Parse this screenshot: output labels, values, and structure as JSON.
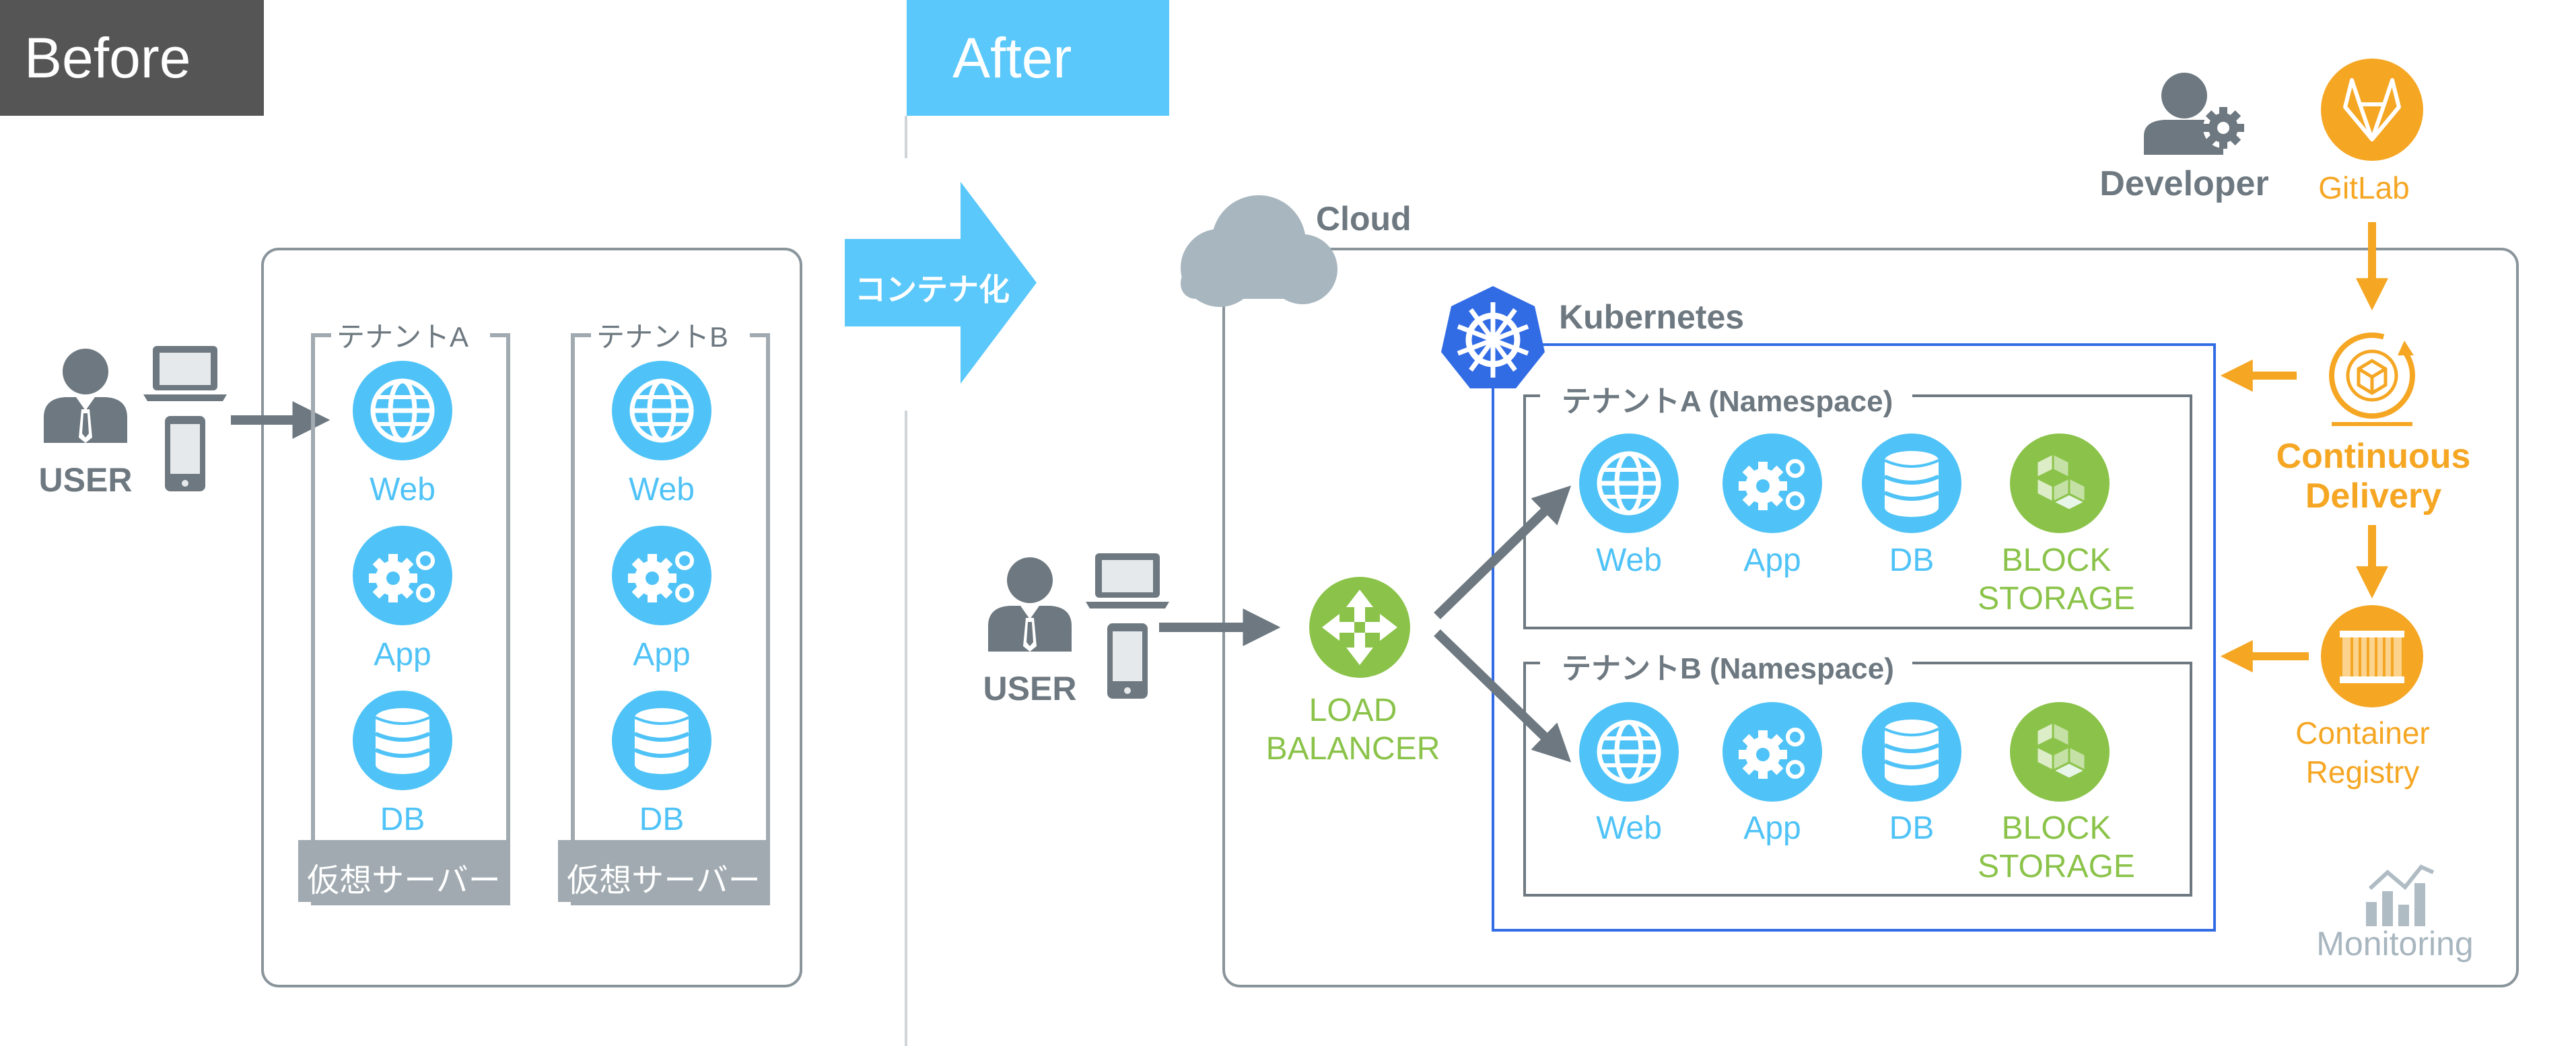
{
  "headers": {
    "before": "Before",
    "after": "After"
  },
  "transition": {
    "label": "コンテナ化"
  },
  "before": {
    "user_label": "USER",
    "tenants": [
      {
        "title": "テナントA",
        "items": [
          {
            "icon": "globe-icon",
            "label": "Web"
          },
          {
            "icon": "gears-icon",
            "label": "App"
          },
          {
            "icon": "database-icon",
            "label": "DB"
          }
        ],
        "footer": "仮想サーバー"
      },
      {
        "title": "テナントB",
        "items": [
          {
            "icon": "globe-icon",
            "label": "Web"
          },
          {
            "icon": "gears-icon",
            "label": "App"
          },
          {
            "icon": "database-icon",
            "label": "DB"
          }
        ],
        "footer": "仮想サーバー"
      }
    ]
  },
  "after": {
    "cloud_label": "Cloud",
    "kubernetes_label": "Kubernetes",
    "user_label": "USER",
    "load_balancer": {
      "line1": "LOAD",
      "line2": "BALANCER"
    },
    "namespaces": [
      {
        "title": "テナントA (Namespace)",
        "items": [
          {
            "icon": "globe-icon",
            "label": "Web"
          },
          {
            "icon": "gears-icon",
            "label": "App"
          },
          {
            "icon": "database-icon",
            "label": "DB"
          },
          {
            "icon": "block-storage-icon",
            "label1": "BLOCK",
            "label2": "STORAGE"
          }
        ]
      },
      {
        "title": "テナントB (Namespace)",
        "items": [
          {
            "icon": "globe-icon",
            "label": "Web"
          },
          {
            "icon": "gears-icon",
            "label": "App"
          },
          {
            "icon": "database-icon",
            "label": "DB"
          },
          {
            "icon": "block-storage-icon",
            "label1": "BLOCK",
            "label2": "STORAGE"
          }
        ]
      }
    ],
    "developer_label": "Developer",
    "gitlab_label": "GitLab",
    "cd": {
      "line1": "Continuous",
      "line2": "Delivery"
    },
    "registry": {
      "line1": "Container",
      "line2": "Registry"
    },
    "monitoring_label": "Monitoring"
  },
  "colors": {
    "blue": "#4fc3f7",
    "green": "#8bc34a",
    "orange": "#f5a623",
    "gray": "#6d7880",
    "k8s": "#326ce5",
    "cloud": "#a8b6bf"
  }
}
